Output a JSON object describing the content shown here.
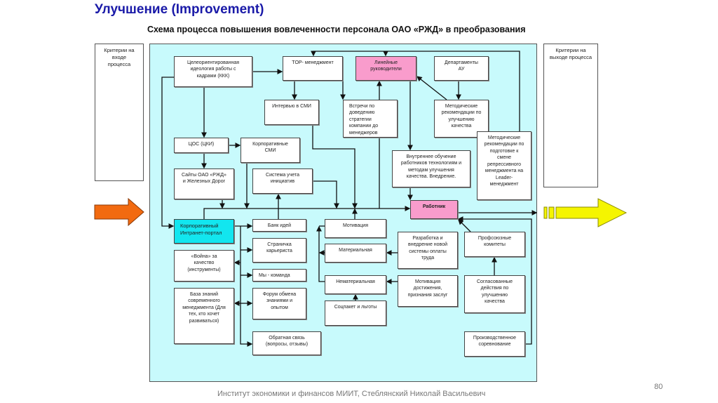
{
  "title": "Улучшение (Improvement)",
  "subtitle": "Схема процесса повышения вовлеченности персонала ОАО «РЖД» в преобразования",
  "criteria_in": "Критерии на\nвходе\nпроцесса",
  "criteria_out": "Критерии  на\nвыходе процесса",
  "boxes": {
    "ideology": "Целеориентированная\nидеология работы с\nкадрами (ККК)",
    "top": "TOP- менеджмент",
    "line_managers": "Линейные\nруководители",
    "departments": "Департаменты\nАУ",
    "interview": "Интервью в СМИ",
    "meetings": "Встречи по\nдоведению\nстратегии\nкомпании  до\nменеджеров",
    "method_quality": "Методические\nрекомендации по\nулучшению\nкачества",
    "method_leader": "Методические\nрекомендации по\nподготовке к\nсмене\nрепрессивного\nменеджмента на\nLeader-\nменеджмент",
    "cos": "ЦОС (ЦКИ)",
    "corp_media": "Корпоративные\nСМИ",
    "training": "Внутреннее обучение\nработников технологиям и\nметодам улучшения\nкачества. Внедрение.",
    "sites": "Сайты ОАО «РЖД»\nи Железных Дорог",
    "initiatives": "Система учета\nинициатив",
    "worker": "Работник",
    "portal": "Корпоративный\nИнтранет-портал",
    "idea_bank": "Банк идей",
    "motivation": "Мотивация",
    "career": "Страничка\nкарьериста",
    "war": "«Война» за\nкачество\n(инструменты)",
    "material": "Материальная",
    "pay_system": "Разработка и\nвнедрение новой\nсистемы оплаты\nтруда",
    "unions": "Профсоюзные\nкомитеты",
    "team": "Мы - команда",
    "nonmaterial": "Нематериальная",
    "achievement": "Мотивация\nдостижения,\nпризнания заслуг",
    "coordinated": "Согласованные\nдействия по\nулучшению\nкачества",
    "knowledge": "База знаний\nсовременного\nменеджмента (Для\nтех, кто хочет\nразвиваться)",
    "forum": "Форум  обмена\nзнаниями и\nопытом",
    "social": "Соцпакет и льготы",
    "feedback": "Обратная связь\n(вопросы, отзывы)",
    "competition": "Производственное\nсоревнование"
  },
  "footer": "Институт экономики и финансов МИИТ, Стеблянский Николай Васильевич",
  "page_number": "80",
  "colors": {
    "frame": "#c8fafc",
    "pink": "#f99ccc",
    "cyan": "#12e6ef",
    "arrow_in": "#f26a10",
    "arrow_out": "#f5f500",
    "title": "#1a1aa8"
  }
}
